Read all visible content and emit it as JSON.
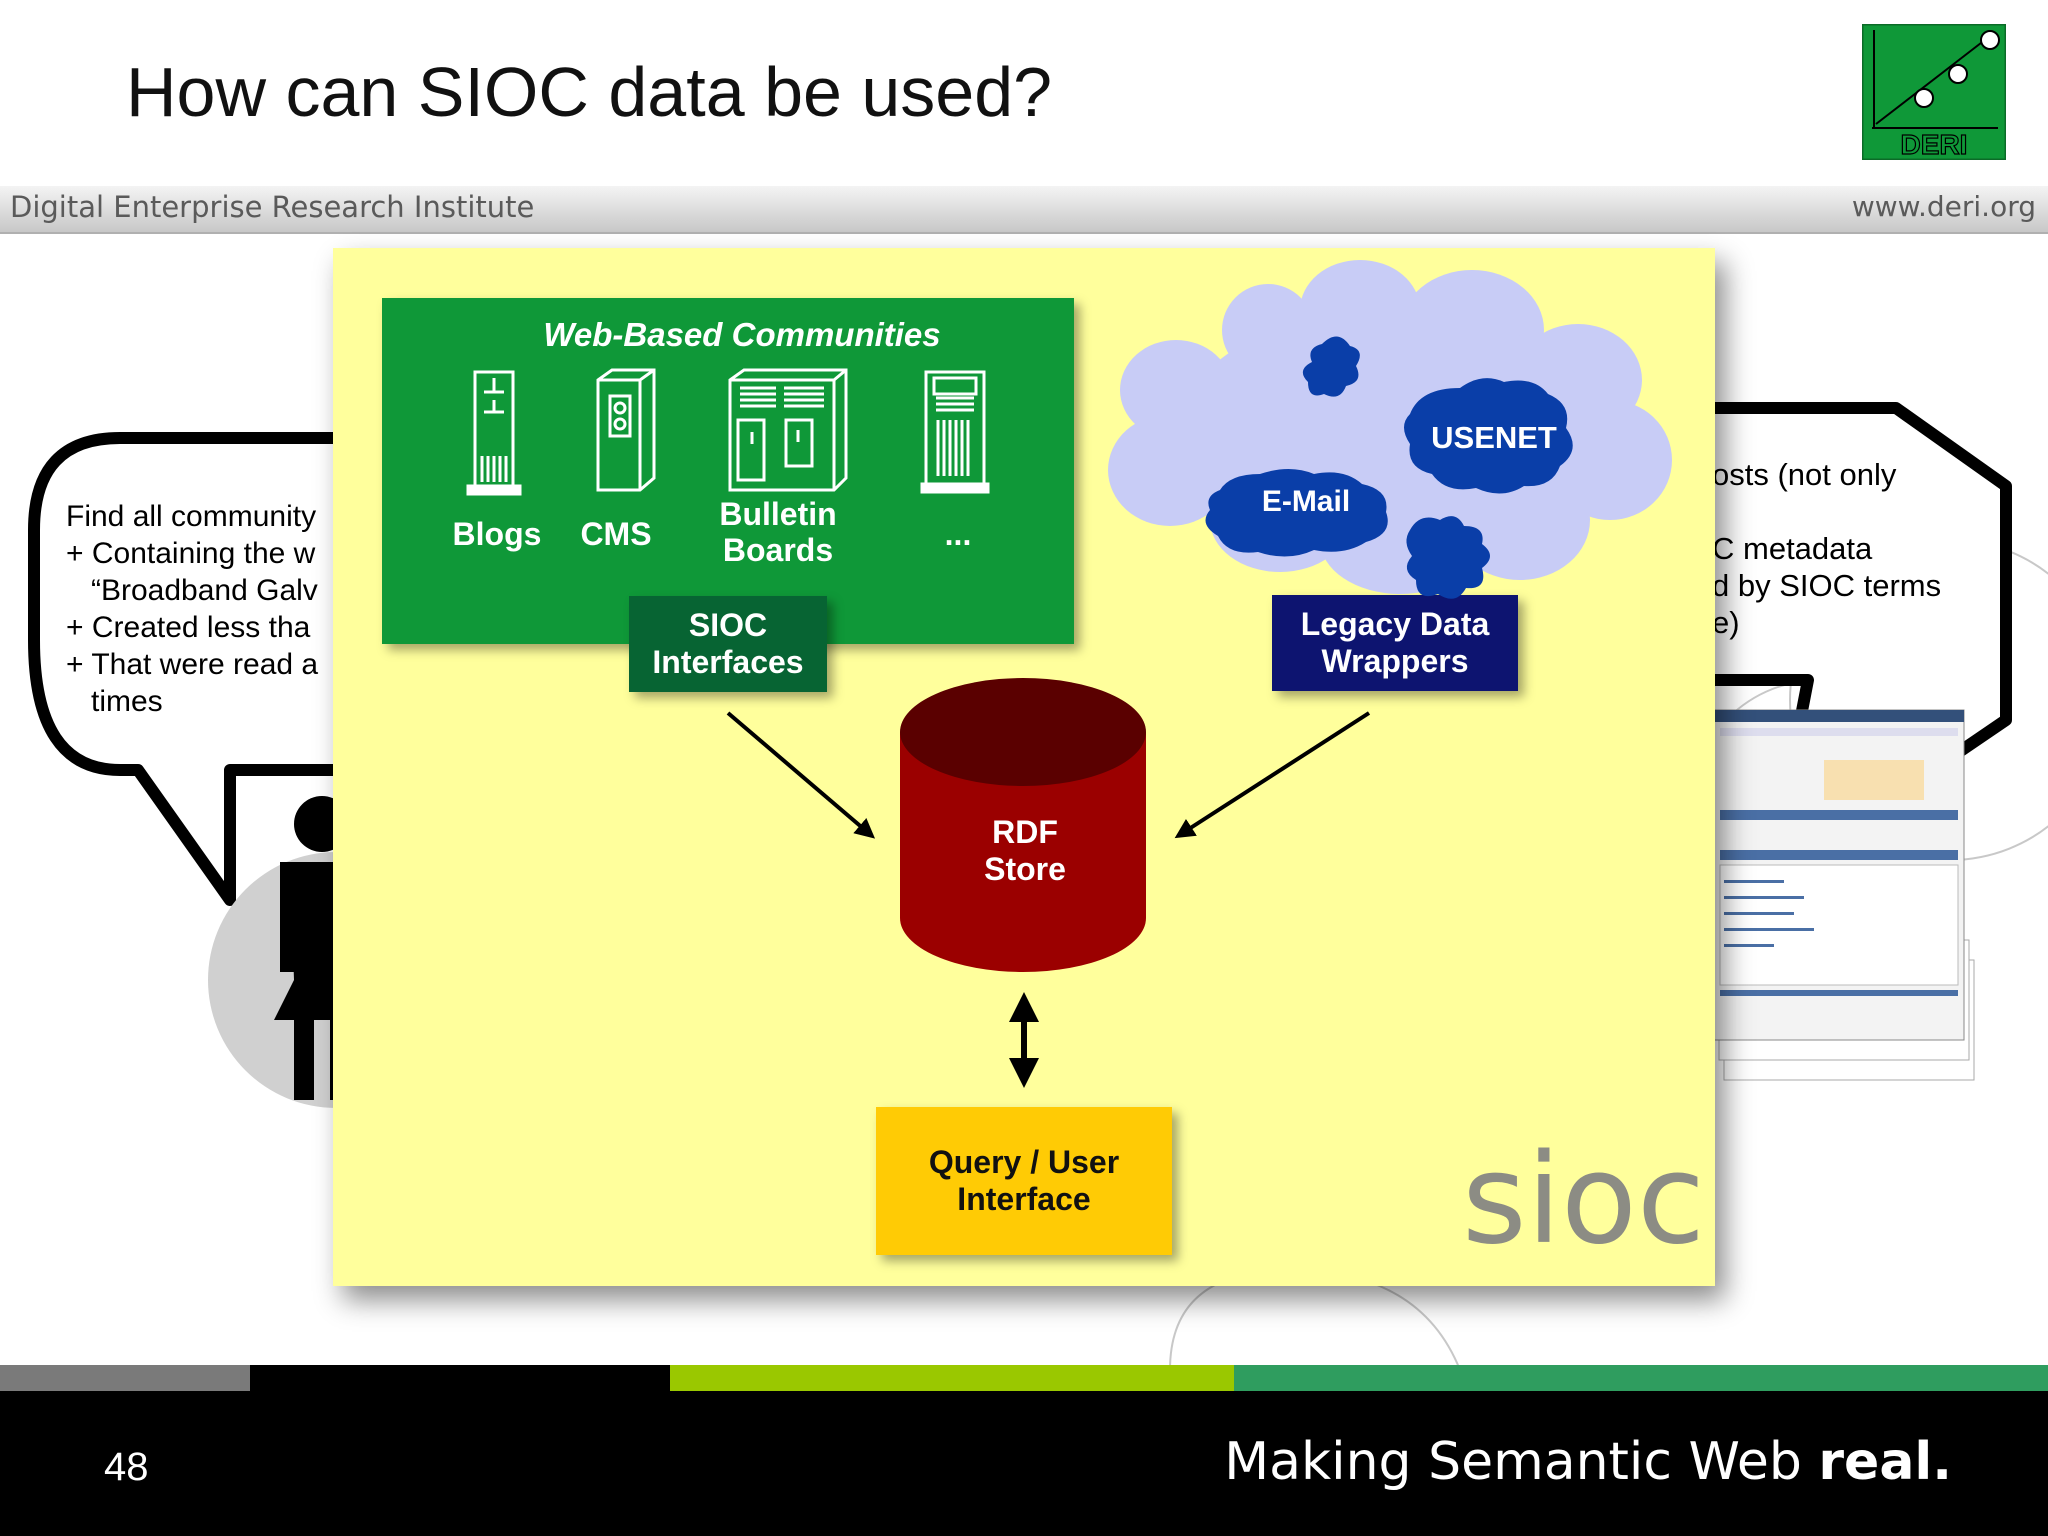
{
  "slide": {
    "title": "How can SIOC data be used?",
    "org_name": "Digital Enterprise Research Institute",
    "org_url": "www.deri.org",
    "page_number": "48",
    "tagline_regular": "Making Semantic Web ",
    "tagline_bold": "real."
  },
  "logo": {
    "text": "DERI",
    "color": "#0f9838"
  },
  "left_bubble": {
    "text": "Find all community\n+ Containing the w\n   “Broadband Galv\n+ Created less tha\n+ That were read a\n   times"
  },
  "right_bubble": {
    "text": "osts (not only\n\nC metadata\nd by SIOC terms\ne)"
  },
  "diagram": {
    "communities_title": "Web-Based Communities",
    "servers": [
      {
        "label": "Blogs",
        "icon": "server-tower-icon"
      },
      {
        "label": "CMS",
        "icon": "server-box-icon"
      },
      {
        "label": "Bulletin\nBoards",
        "icon": "server-cabinet-icon"
      },
      {
        "label": "...",
        "icon": "server-rack-icon"
      }
    ],
    "sioc_interfaces": "SIOC\nInterfaces",
    "cloud_labels": {
      "usenet": "USENET",
      "email": "E-Mail"
    },
    "legacy_wrappers": "Legacy Data\nWrappers",
    "rdf_store": "RDF\nStore",
    "query_interface": "Query / User\nInterface",
    "sioc_logo": "sioc"
  },
  "colors": {
    "panel": "#ffff9c",
    "communities": "#0f9838",
    "sioc_interfaces": "#076433",
    "legacy": "#0d1470",
    "cloud": "#c8ccf6",
    "cloud_blob": "#0a3ea8",
    "rdf_store": "#9b0000",
    "query": "#ffcb05"
  }
}
